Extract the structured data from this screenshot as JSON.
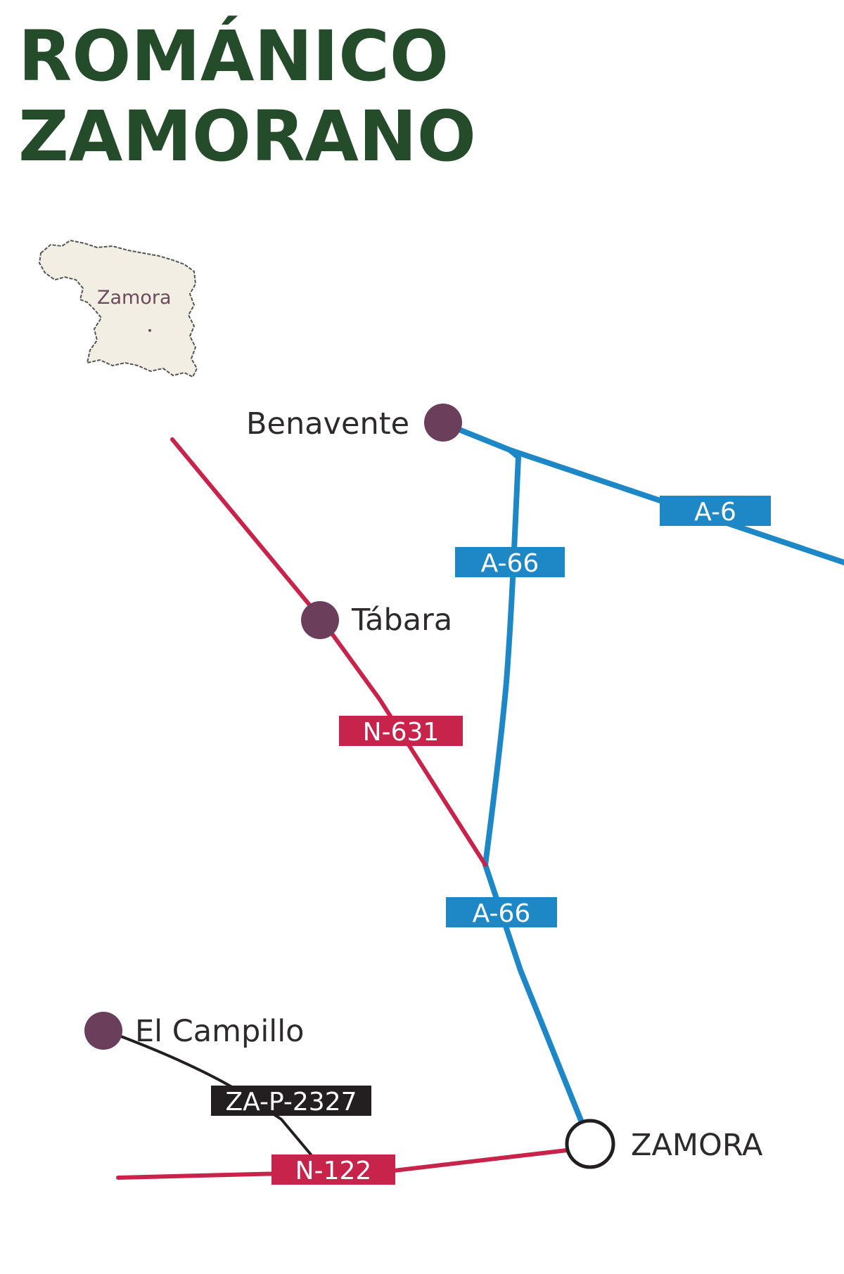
{
  "title": {
    "line1": "ROMÁNICO",
    "line2": "ZAMORANO"
  },
  "inset": {
    "label": "Zamora"
  },
  "places": {
    "benavente": "Benavente",
    "tabara": "Tábara",
    "el_campillo": "El Campillo",
    "zamora": "ZAMORA"
  },
  "roads": {
    "a6": "A-6",
    "a66_north": "A-66",
    "a66_south": "A-66",
    "n631": "N-631",
    "za_p_2327": "ZA-P-2327",
    "n122": "N-122"
  },
  "colors": {
    "title": "#244b2a",
    "motorway": "#1e88c7",
    "national_road": "#c8234a",
    "local_road": "#231f20",
    "town_marker": "#6b3f5c",
    "capital_marker": "#ffffff",
    "inset_fill": "#f2eee4"
  },
  "icons": {
    "town_marker": "filled-circle",
    "capital_marker": "open-circle"
  }
}
